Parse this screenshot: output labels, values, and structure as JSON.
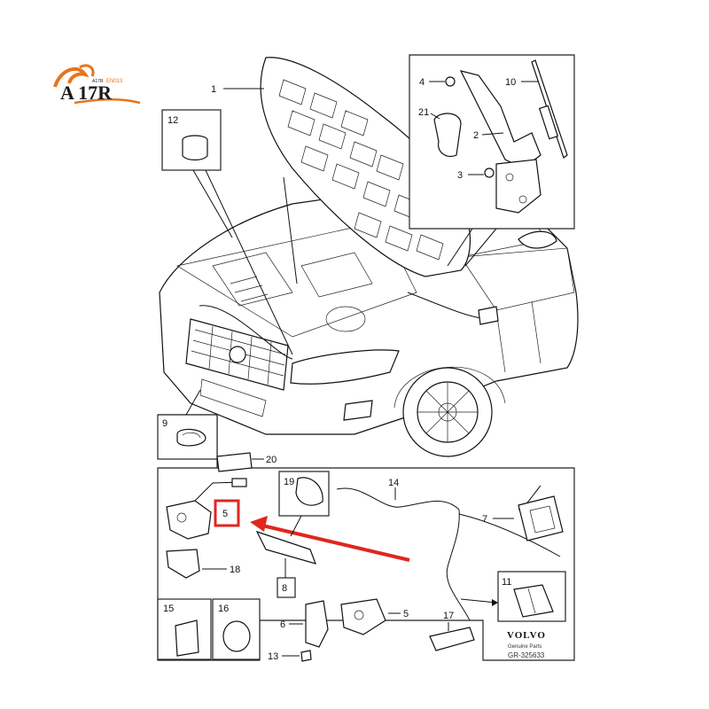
{
  "logo": {
    "text": "A 17R",
    "small_text": "A17R",
    "tag": "EN013"
  },
  "callouts": {
    "c1": "1",
    "c2": "2",
    "c3": "3",
    "c4": "4",
    "c5_highlight": "5",
    "c5": "5",
    "c6": "6",
    "c7": "7",
    "c8": "8",
    "c9": "9",
    "c10": "10",
    "c11": "11",
    "c12": "12",
    "c13": "13",
    "c14": "14",
    "c15": "15",
    "c16": "16",
    "c17": "17",
    "c18": "18",
    "c19": "19",
    "c20": "20",
    "c21": "21"
  },
  "brand": {
    "name": "VOLVO",
    "subtitle": "Genuine Parts",
    "ref": "GR-325633"
  },
  "colors": {
    "highlight": "#e0261f",
    "logo_orange": "#e8741c",
    "logo_dark": "#1a1a1a"
  }
}
